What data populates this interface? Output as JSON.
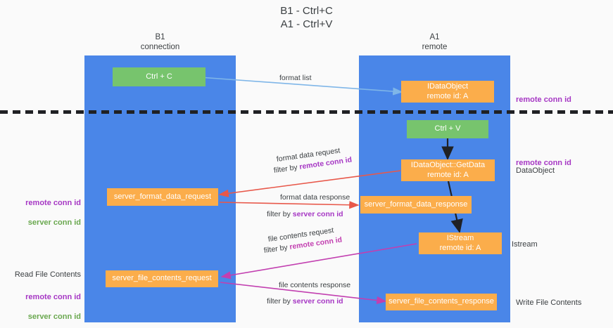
{
  "diagram": {
    "title": "B1 - Ctrl+C\nA1 - Ctrl+V",
    "lanes": [
      {
        "id": "b1",
        "label": "B1\nconnection",
        "color": "#4a86e8"
      },
      {
        "id": "a1",
        "label": "A1\nremote",
        "color": "#4a86e8"
      }
    ]
  },
  "nodes": {
    "ctrl_c": "Ctrl + C",
    "idataobject": "IDataObject\nremote id: A",
    "ctrl_v": "Ctrl + V",
    "getdata": "IDataObject::GetData\nremote id: A",
    "server_format_data_request": "server_format_data_request",
    "server_format_data_response": "server_format_data_response",
    "istream": "IStream\nremote id: A",
    "server_file_contents_request": "server_file_contents_request",
    "server_file_contents_response": "server_file_contents_response"
  },
  "side_labels": {
    "remote_conn_id_top": "remote conn id",
    "remote_conn_id_mid": "remote conn id",
    "dataobject": "DataObject",
    "istream": "Istream",
    "write_file_contents": "Write File Contents",
    "read_file_contents": "Read File Contents",
    "remote_conn_id": "remote conn id",
    "server_conn_id": "server conn id"
  },
  "edges": {
    "format_list": "format list",
    "format_data_request": "format data request",
    "format_data_request_filter_prefix": "filter by ",
    "format_data_request_filter_key": "remote conn id",
    "format_data_response": "format data response",
    "format_data_response_filter_prefix": "filter by ",
    "format_data_response_filter_key": "server conn id",
    "file_contents_request": "file contents request",
    "file_contents_request_filter_prefix": "filter by ",
    "file_contents_request_filter_key": "remote conn id",
    "file_contents_response": "file contents response",
    "file_contents_response_filter_prefix": "filter by ",
    "file_contents_response_filter_key": "server conn id"
  },
  "colors": {
    "lane": "#4a86e8",
    "green_node": "#77c46d",
    "orange_node": "#fbad4b",
    "purple_text": "#a637c4",
    "green_text": "#6aa84f",
    "red_arrow": "#e8584a",
    "pink_arrow": "#c23fb0",
    "blue_arrow": "#7fb6e8",
    "black_arrow": "#202124",
    "background": "#fafafa"
  }
}
